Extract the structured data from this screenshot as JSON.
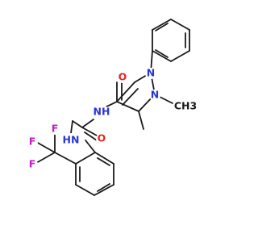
{
  "molecule": {
    "atoms": {
      "o_carbonyl": {
        "text": "O",
        "color": "#e8231f"
      },
      "n_ring_1": {
        "text": "N",
        "color": "#2a35d8"
      },
      "n_ring_2": {
        "text": "N",
        "color": "#2a35d8"
      },
      "methyl_n": {
        "text": "CH3",
        "color": "#1a1a1a"
      },
      "nh_upper": {
        "text": "NH",
        "color": "#2a35d8"
      },
      "o_urea": {
        "text": "O",
        "color": "#e8231f"
      },
      "hn_lower": {
        "text": "HN",
        "color": "#2a35d8"
      },
      "f_1": {
        "text": "F",
        "color": "#c020c0"
      },
      "f_2": {
        "text": "F",
        "color": "#c020c0"
      },
      "f_3": {
        "text": "F",
        "color": "#c020c0"
      }
    }
  }
}
